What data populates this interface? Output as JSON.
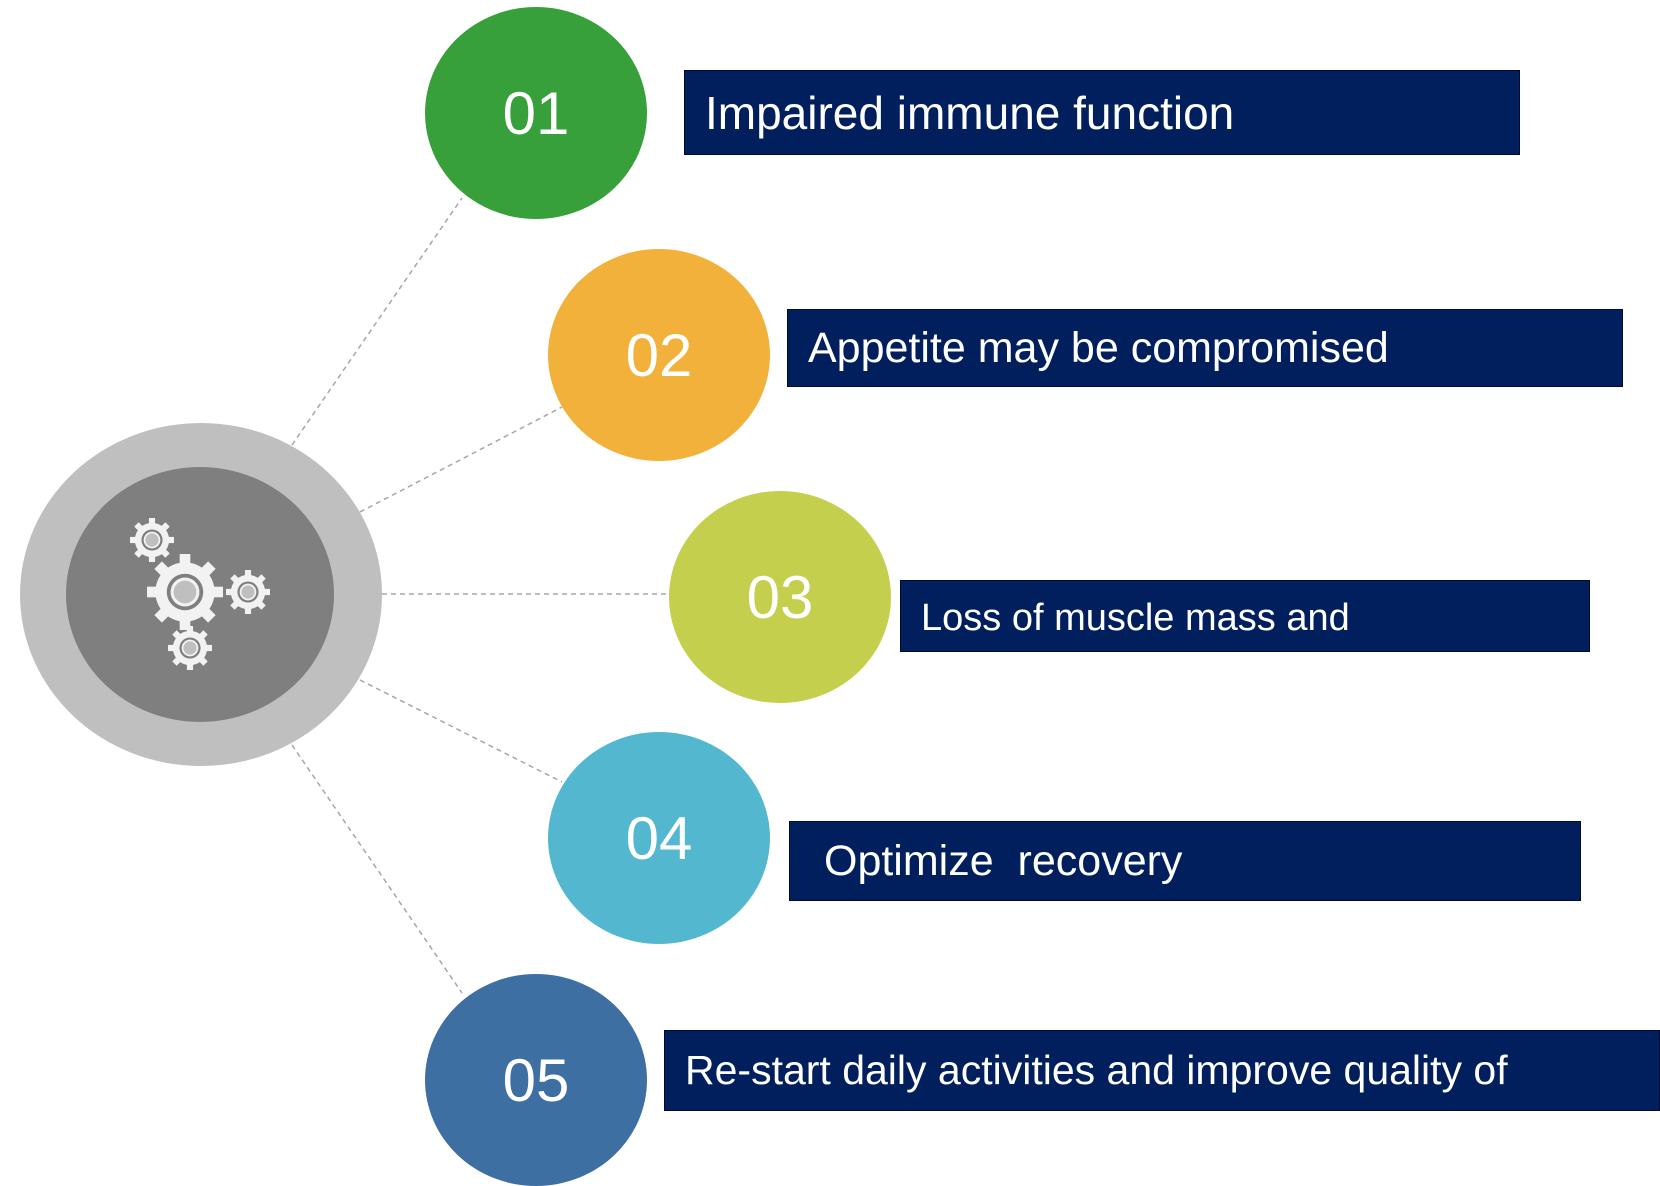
{
  "items": [
    {
      "number": "01",
      "text": "Impaired immune function",
      "color": "#37a03a"
    },
    {
      "number": "02",
      "text": "Appetite may be compromised",
      "color": "#f2b13a"
    },
    {
      "number": "03",
      "text": "Loss of muscle mass and",
      "color": "#c5cf4e"
    },
    {
      "number": "04",
      "text": "Optimize  recovery",
      "color": "#53b8cf"
    },
    {
      "number": "05",
      "text": "Re-start daily activities and improve quality of",
      "color": "#3e6fa3"
    }
  ],
  "colors": {
    "hub_outer": "#bfbfbf",
    "hub_inner": "#7f7f7f",
    "box_fill": "#001f5c",
    "connector": "#a6a6a6"
  },
  "hub_icon": "gears-icon"
}
